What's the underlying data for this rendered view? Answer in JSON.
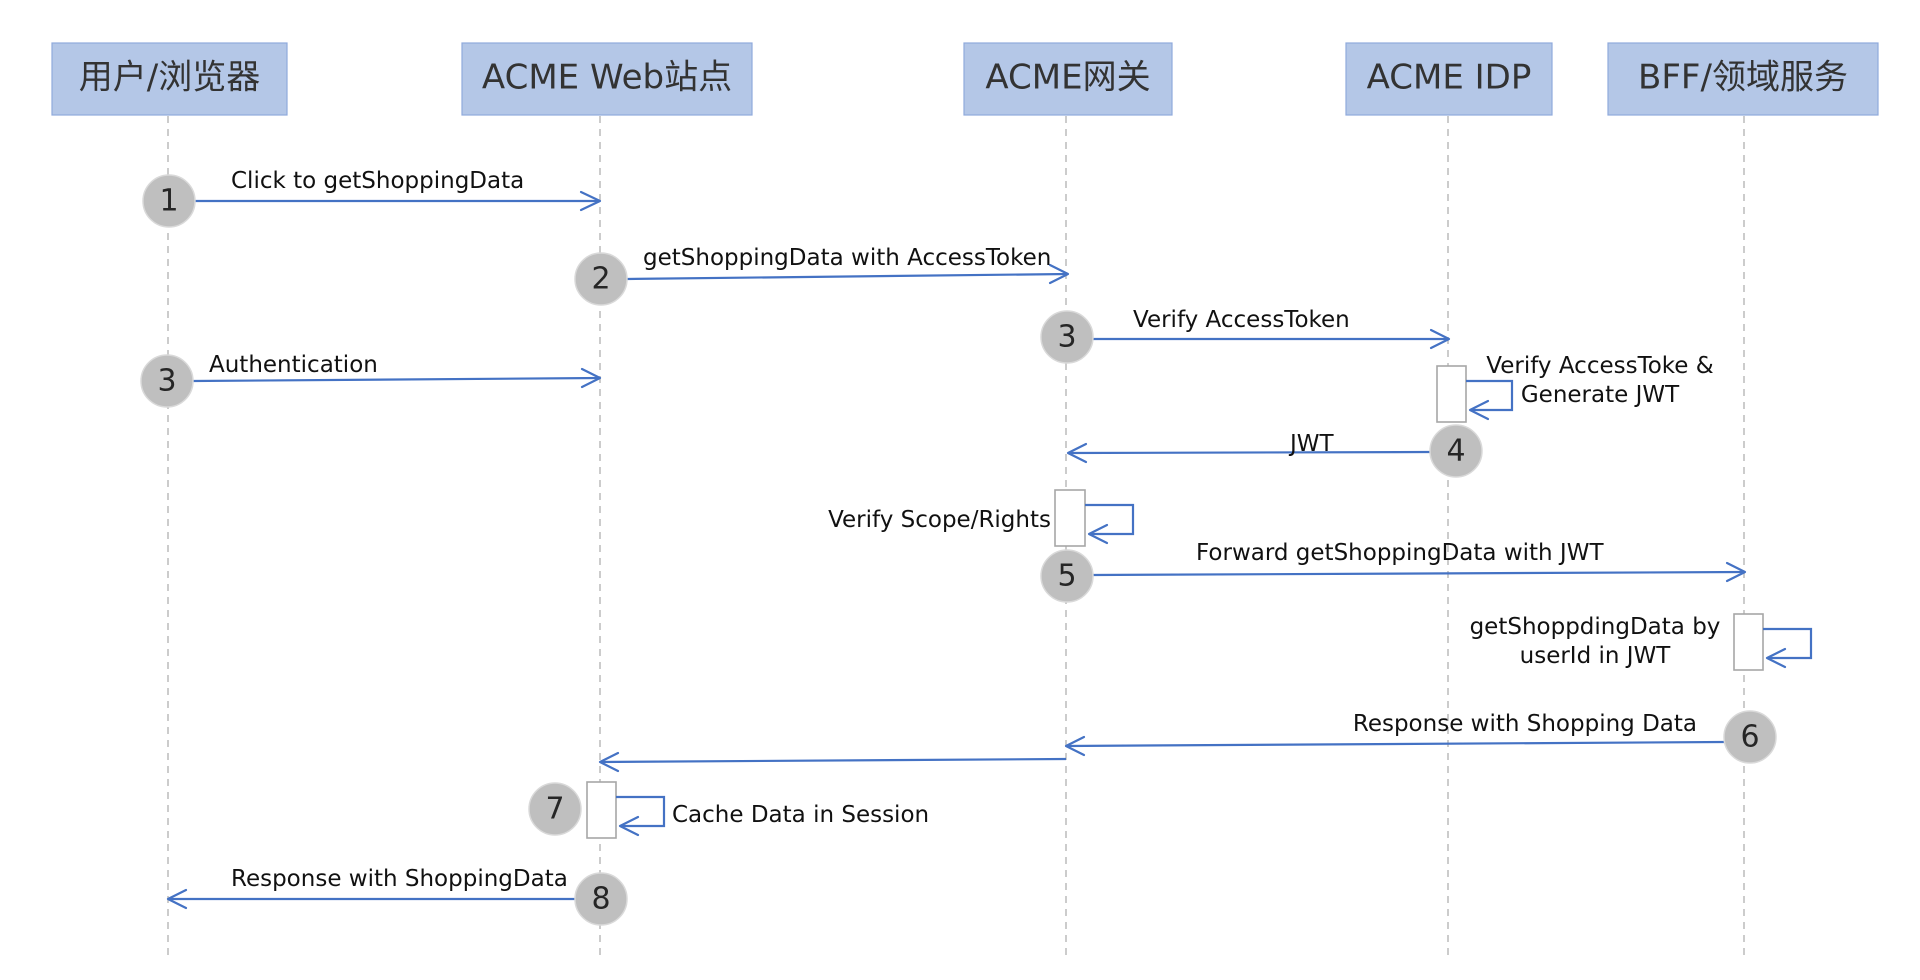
{
  "participants": [
    {
      "id": "user",
      "label": "用户/浏览器"
    },
    {
      "id": "web",
      "label": "ACME Web站点"
    },
    {
      "id": "gateway",
      "label": "ACME网关"
    },
    {
      "id": "idp",
      "label": "ACME IDP"
    },
    {
      "id": "bff",
      "label": "BFF/领域服务"
    }
  ],
  "messages": [
    {
      "step": "1",
      "label": "Click to getShoppingData"
    },
    {
      "step": "2",
      "label": "getShoppingData with AccessToken"
    },
    {
      "step": "3",
      "label": "Verify AccessToken"
    },
    {
      "step": "3",
      "label": "Authentication"
    },
    {
      "step": "4",
      "label": "JWT"
    },
    {
      "step": "5",
      "label": "Forward getShoppingData with JWT"
    },
    {
      "step": "6",
      "label": "Response with Shopping Data"
    },
    {
      "step": "8",
      "label": "Response with ShoppingData"
    }
  ],
  "self_calls": [
    {
      "lines": [
        "Verify AccessToke &",
        "Generate JWT"
      ]
    },
    {
      "lines": [
        "Verify Scope/Rights"
      ]
    },
    {
      "lines": [
        "getShoppdingData by",
        "userId in JWT"
      ]
    },
    {
      "step": "7",
      "lines": [
        "Cache Data in Session"
      ]
    }
  ],
  "colors": {
    "participant_fill": "#b4c7e7",
    "arrow": "#4472c4",
    "step_circle": "#bfbfbf",
    "lifeline": "#bfbfbf"
  }
}
